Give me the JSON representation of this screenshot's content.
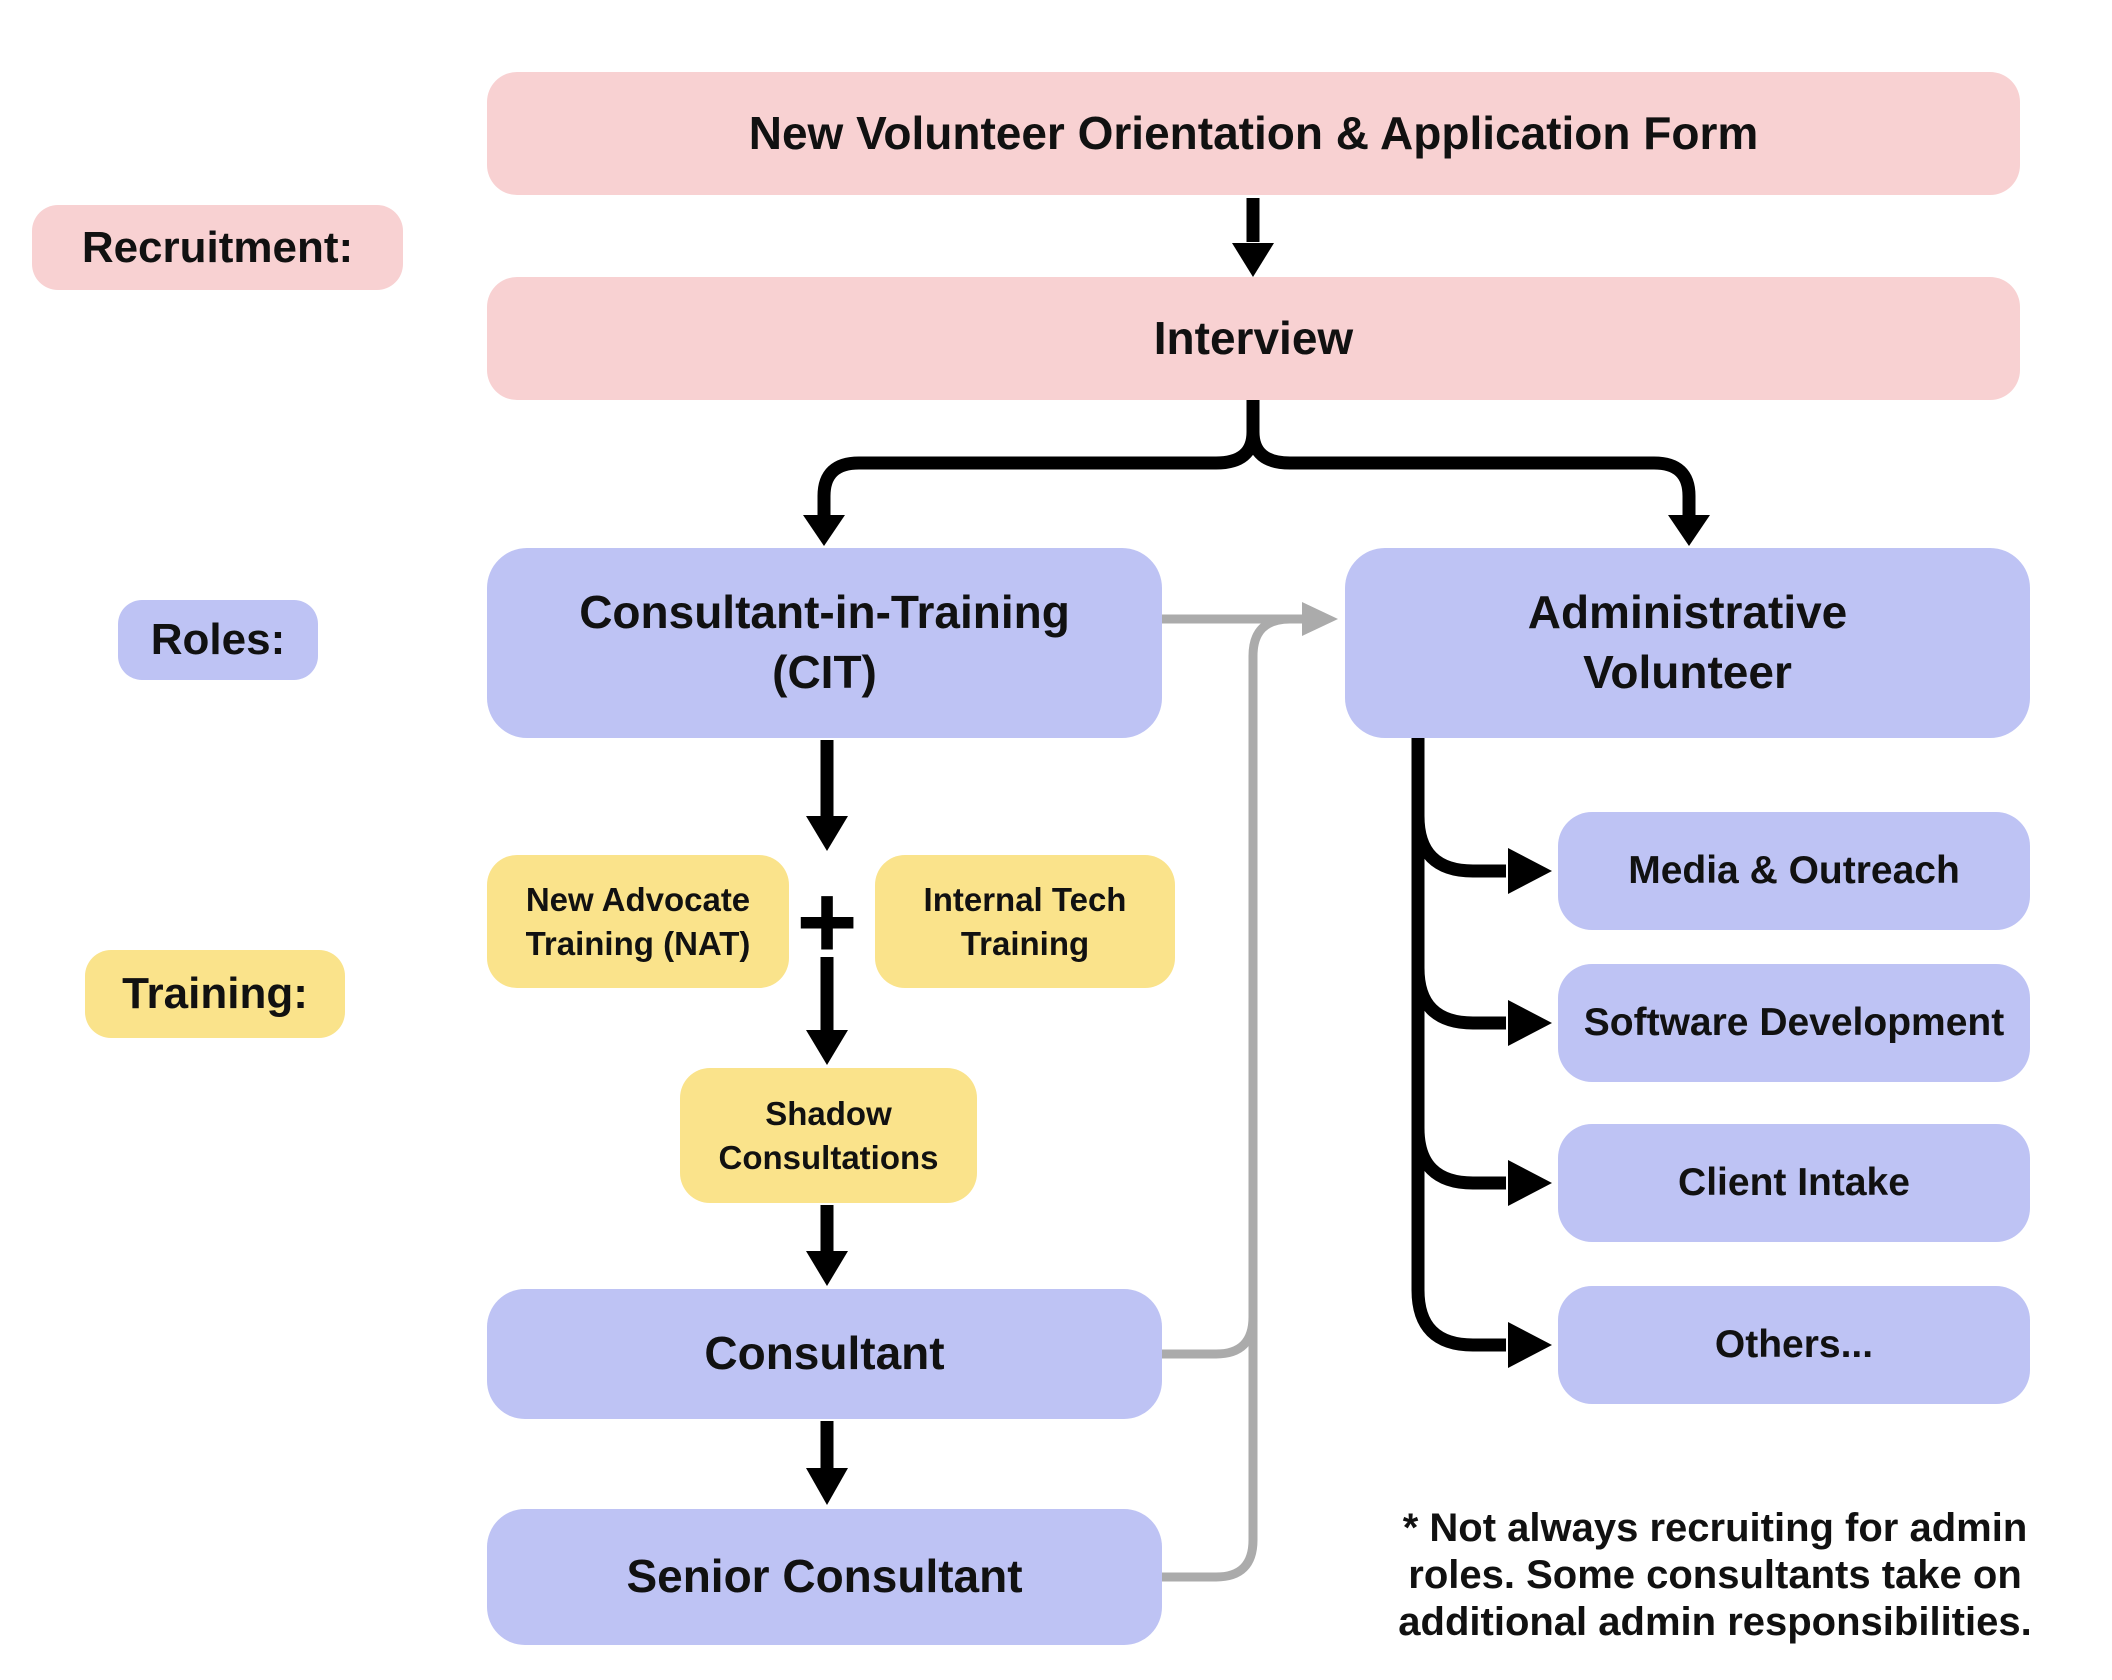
{
  "diagram": {
    "recruitment": {
      "section_label": "Recruitment:",
      "orientation_box": "New Volunteer Orientation & Application Form",
      "interview_box": "Interview"
    },
    "roles": {
      "section_label": "Roles:",
      "cit": {
        "line1": "Consultant-in-Training",
        "line2": "(CIT)"
      },
      "admin": {
        "line1": "Administrative",
        "line2": "Volunteer"
      }
    },
    "training": {
      "section_label": "Training:",
      "nat": {
        "line1": "New Advocate",
        "line2": "Training (NAT)"
      },
      "plus_symbol": "+",
      "internal_tech": {
        "line1": "Internal Tech",
        "line2": "Training"
      },
      "shadow": {
        "line1": "Shadow",
        "line2": "Consultations"
      }
    },
    "progression": {
      "consultant": "Consultant",
      "senior_consultant": "Senior Consultant"
    },
    "admin_teams": {
      "media": "Media & Outreach",
      "software": "Software Development",
      "client_intake": "Client Intake",
      "others": "Others..."
    },
    "footnote": {
      "line1": "* Not always recruiting for admin",
      "line2": "roles. Some consultants take on",
      "line3": "additional admin responsibilities."
    },
    "colors": {
      "pink": "#F8D1D2",
      "purple": "#BEC3F4",
      "yellow": "#FAE38B",
      "connector_black": "#000000",
      "connector_gray": "#ABABAB"
    }
  }
}
